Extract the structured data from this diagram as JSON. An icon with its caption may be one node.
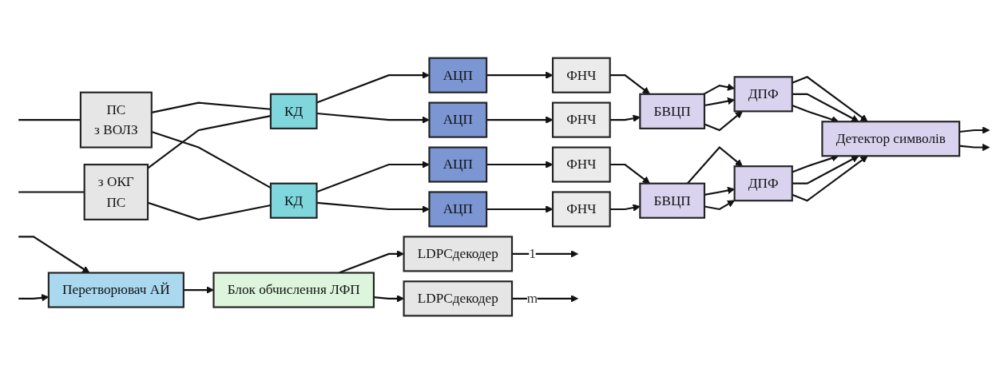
{
  "diagram": {
    "nodes": [
      {
        "text": [
          "ПС",
          "з ВОЛЗ"
        ]
      },
      {
        "text": [
          "з ОКГ",
          "ПС"
        ]
      },
      {
        "text": [
          "КД"
        ]
      },
      {
        "text": [
          "КД"
        ]
      },
      {
        "text": [
          "АЦП"
        ]
      },
      {
        "text": [
          "АЦП"
        ]
      },
      {
        "text": [
          "АЦП"
        ]
      },
      {
        "text": [
          "АЦП"
        ]
      },
      {
        "text": [
          "ФНЧ"
        ]
      },
      {
        "text": [
          "ФНЧ"
        ]
      },
      {
        "text": [
          "ФНЧ"
        ]
      },
      {
        "text": [
          "ФНЧ"
        ]
      },
      {
        "text": [
          "БВЦП"
        ]
      },
      {
        "text": [
          "БВЦП"
        ]
      },
      {
        "text": [
          "ДПФ"
        ]
      },
      {
        "text": [
          "ДПФ"
        ]
      },
      {
        "text": [
          "Детектор символів"
        ]
      },
      {
        "text": [
          "Перетворювач АЙ"
        ]
      },
      {
        "text": [
          "Блок обчислення ЛФП"
        ]
      },
      {
        "text": [
          "LDPCдекодер"
        ]
      },
      {
        "text": [
          "LDPCдекодер"
        ]
      }
    ],
    "edges": [
      {
        "from": null,
        "to": 0,
        "arrow": "none"
      },
      {
        "from": null,
        "to": 1,
        "arrow": "none"
      },
      {
        "from": 0,
        "to": 2,
        "arrow": "none"
      },
      {
        "from": 0,
        "to": 3,
        "arrow": "none"
      },
      {
        "from": 1,
        "to": 2,
        "arrow": "none"
      },
      {
        "from": 1,
        "to": 3,
        "arrow": "none"
      },
      {
        "from": 2,
        "to": 4,
        "arrow": "to"
      },
      {
        "from": 2,
        "to": 5,
        "arrow": "to"
      },
      {
        "from": 3,
        "to": 6,
        "arrow": "to"
      },
      {
        "from": 3,
        "to": 7,
        "arrow": "to"
      },
      {
        "from": 4,
        "to": 8,
        "arrow": "to"
      },
      {
        "from": 5,
        "to": 9,
        "arrow": "to"
      },
      {
        "from": 6,
        "to": 10,
        "arrow": "to"
      },
      {
        "from": 7,
        "to": 11,
        "arrow": "to"
      },
      {
        "from": 8,
        "to": 12,
        "arrow": "to"
      },
      {
        "from": 9,
        "to": 12,
        "arrow": "to"
      },
      {
        "from": 10,
        "to": 13,
        "arrow": "to"
      },
      {
        "from": 11,
        "to": 13,
        "arrow": "to"
      },
      {
        "from": 12,
        "to": 14,
        "arrow": "to"
      },
      {
        "from": 12,
        "to": 14,
        "arrow": "to"
      },
      {
        "from": 12,
        "to": 14,
        "arrow": "to"
      },
      {
        "from": 13,
        "to": 15,
        "arrow": "to"
      },
      {
        "from": 13,
        "to": 15,
        "arrow": "to"
      },
      {
        "from": 13,
        "to": 15,
        "arrow": "to"
      },
      {
        "from": 14,
        "to": 16,
        "arrow": "to"
      },
      {
        "from": 14,
        "to": 16,
        "arrow": "to"
      },
      {
        "from": 14,
        "to": 16,
        "arrow": "to"
      },
      {
        "from": 15,
        "to": 16,
        "arrow": "to"
      },
      {
        "from": 15,
        "to": 16,
        "arrow": "to"
      },
      {
        "from": 15,
        "to": 16,
        "arrow": "to"
      },
      {
        "from": 16,
        "to": null,
        "arrow": "to"
      },
      {
        "from": 16,
        "to": null,
        "arrow": "to"
      },
      {
        "from": null,
        "to": 17,
        "arrow": "to"
      },
      {
        "from": null,
        "to": 17,
        "arrow": "to"
      },
      {
        "from": 17,
        "to": 18,
        "arrow": "to"
      },
      {
        "from": 18,
        "to": 19,
        "arrow": "to"
      },
      {
        "from": 18,
        "to": 20,
        "arrow": "to"
      },
      {
        "from": 19,
        "to": null,
        "label": "1",
        "arrow": "to"
      },
      {
        "from": 20,
        "to": null,
        "label": "m",
        "arrow": "to"
      }
    ]
  }
}
